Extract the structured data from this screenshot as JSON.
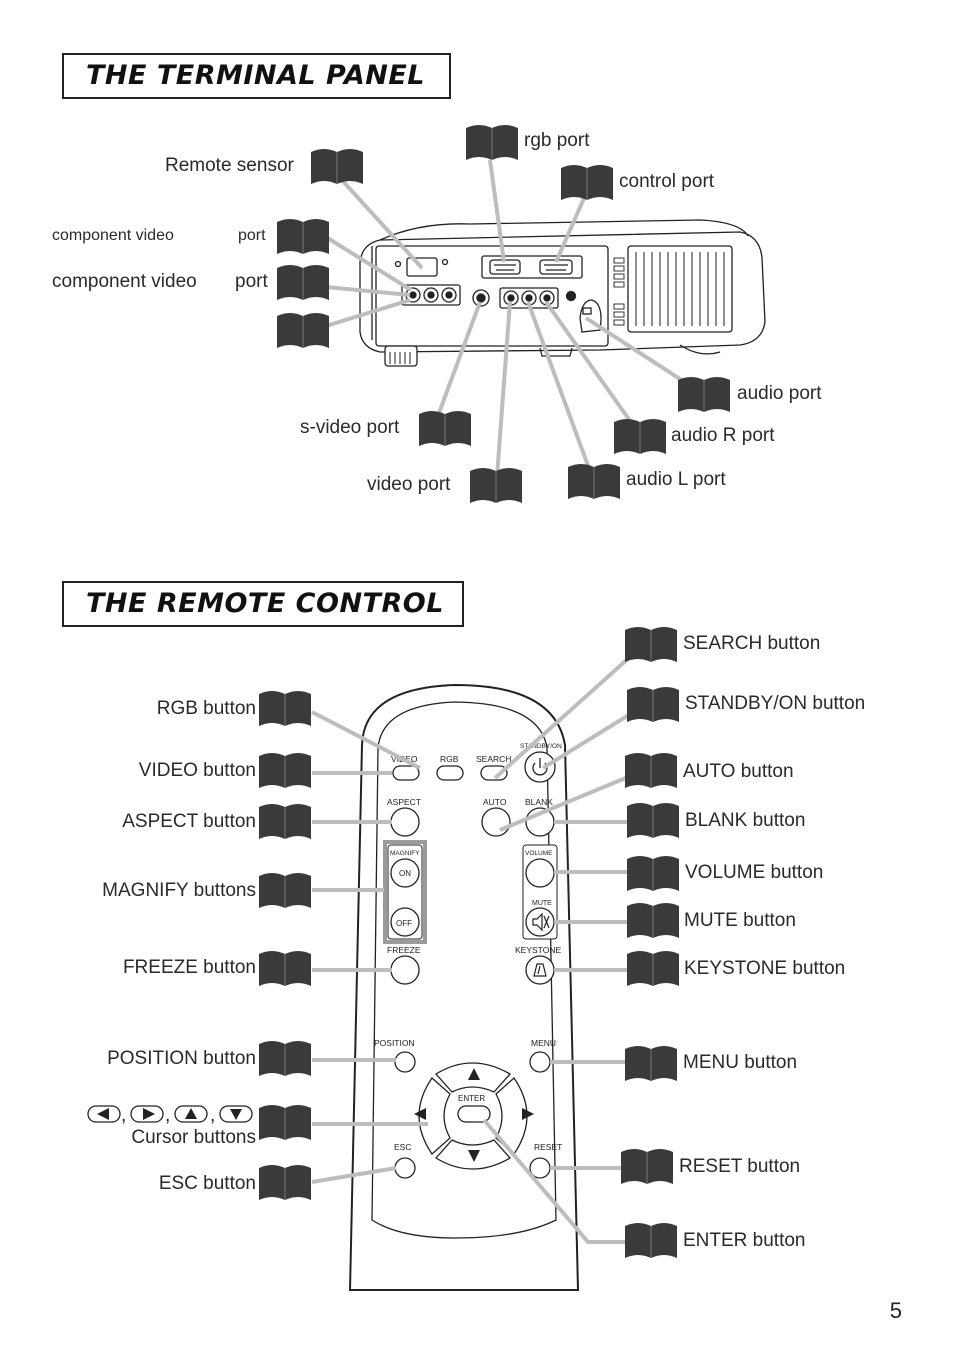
{
  "terminal_panel": {
    "title": "THE TERMINAL PANEL",
    "labels": {
      "remote_sensor": "Remote sensor",
      "rgb_port": "rgb port",
      "control_port": "control port",
      "component_video_1": "component video",
      "port_1": "port",
      "component_video_2": "component video",
      "port_2": "port",
      "s_video_port": "s-video port",
      "video_port": "video port",
      "audio_port": "audio port",
      "audio_r_port": "audio R port",
      "audio_l_port": "audio L port"
    }
  },
  "remote_control": {
    "title": "THE REMOTE CONTROL",
    "labels": {
      "rgb_button": "RGB button",
      "video_button": "VIDEO button",
      "aspect_button": "ASPECT button",
      "magnify_buttons": "MAGNIFY buttons",
      "freeze_button": "FREEZE button",
      "position_button": "POSITION button",
      "cursor_buttons": "Cursor buttons",
      "esc_button": "ESC button",
      "search_button": "SEARCH button",
      "standby_button": "STANDBY/ON button",
      "auto_button": "AUTO button",
      "blank_button": "BLANK button",
      "volume_button": "VOLUME button",
      "mute_button": "MUTE button",
      "keystone_button": "KEYSTONE button",
      "menu_button": "MENU button",
      "reset_button": "RESET button",
      "enter_button": "ENTER button"
    },
    "remote_keys": {
      "video": "VIDEO",
      "rgb": "RGB",
      "search": "SEARCH",
      "standby": "STANDBY/ON",
      "aspect": "ASPECT",
      "auto": "AUTO",
      "blank": "BLANK",
      "magnify": "MAGNIFY",
      "on": "ON",
      "off": "OFF",
      "volume": "VOLUME",
      "mute": "MUTE",
      "freeze": "FREEZE",
      "keystone": "KEYSTONE",
      "position": "POSITION",
      "menu": "MENU",
      "enter": "ENTER",
      "esc": "ESC",
      "reset": "RESET"
    },
    "cursor_separators": [
      ",",
      ",",
      ","
    ]
  },
  "page_number": "5",
  "colors": {
    "leader_line": "#bdbdbd",
    "reference_book": "#3a3a3a",
    "title_border": "#222222"
  },
  "icons": [
    "book-reference-icon",
    "standby-power-icon",
    "mute-speaker-icon",
    "keystone-icon",
    "cursor-arrow-icons"
  ]
}
